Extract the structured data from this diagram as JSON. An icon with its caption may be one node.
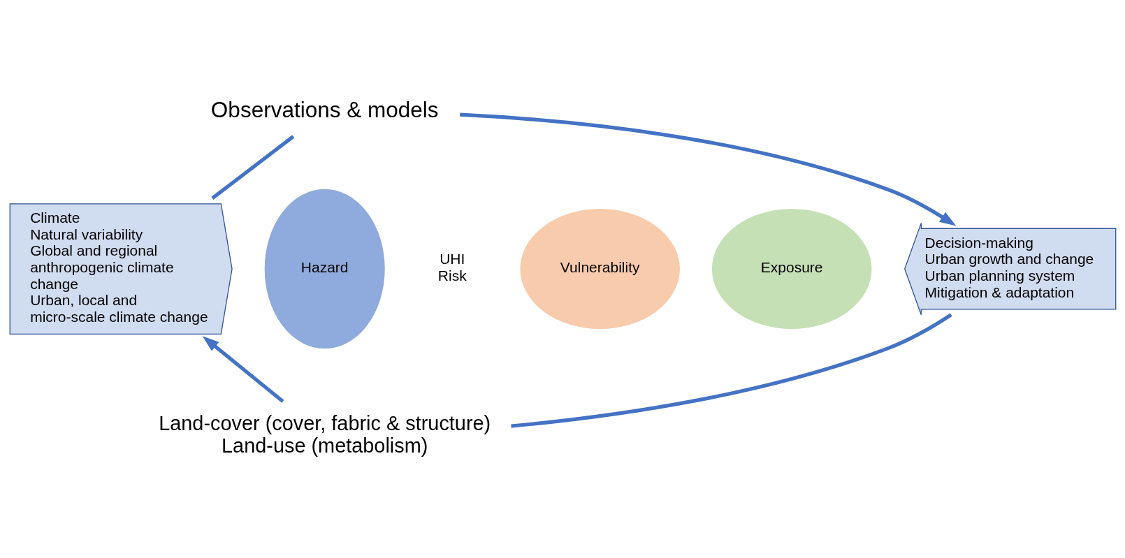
{
  "diagram": {
    "nodes": [
      {
        "text": [
          "Climate",
          "Natural variability",
          "Global and regional anthropogenic climate change",
          "Urban, local and micro-scale climate change"
        ]
      },
      {
        "text": [
          "Observations & models"
        ]
      },
      {
        "text": [
          "Decision-making",
          "Urban growth and change",
          "Urban planning system",
          "Mitigation & adaptation"
        ]
      },
      {
        "text": [
          "Hazard"
        ]
      },
      {
        "text": [
          "Vulnerability"
        ]
      },
      {
        "text": [
          "Exposure"
        ]
      },
      {
        "text": [
          "Land-cover (cover, fabric & structure)",
          "Land-use (metabolism)"
        ]
      }
    ],
    "edges": [
      {
        "from": 0,
        "to": 1,
        "arrow": "none"
      },
      {
        "from": 1,
        "to": 2,
        "arrow": "to"
      },
      {
        "from": 2,
        "to": 6,
        "arrow": "none"
      },
      {
        "from": 6,
        "to": 0,
        "arrow": "to"
      }
    ],
    "labels": [
      "UHI Risk"
    ]
  }
}
